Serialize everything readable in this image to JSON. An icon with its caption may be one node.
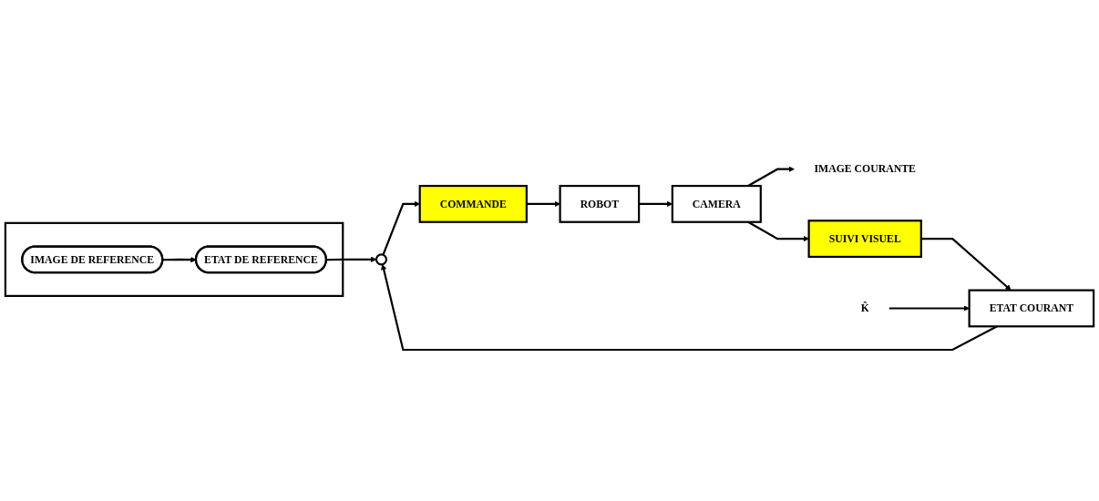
{
  "diagram": {
    "nodes": [
      {
        "text": [],
        "shape": "box"
      },
      {
        "text": [
          "ETAT DE REFERENCE"
        ],
        "in": 0
      },
      {
        "text": [
          "IMAGE DE REFERENCE"
        ],
        "in": 0
      },
      {
        "text": [],
        "shape": "circle"
      },
      {
        "text": [
          "COMMANDE"
        ]
      },
      {
        "text": [
          "ROBOT"
        ]
      },
      {
        "text": [
          "CAMERA"
        ]
      },
      {
        "text": [
          "IMAGE COURANTE"
        ]
      },
      {
        "text": [
          "ETAT COURANT"
        ]
      },
      {
        "text": [
          "K̂"
        ]
      },
      {
        "text": [
          "SUIVI VISUEL"
        ]
      }
    ],
    "edges": [
      {
        "from": 2,
        "to": 1,
        "arrow": "to"
      },
      {
        "from": 1,
        "to": 3,
        "arrow": "to"
      },
      {
        "from": 8,
        "to": 3,
        "arrow": "to"
      },
      {
        "from": 3,
        "to": 4,
        "arrow": "to"
      },
      {
        "from": 4,
        "to": 5,
        "arrow": "to"
      },
      {
        "from": 5,
        "to": 6,
        "arrow": "to"
      },
      {
        "from": 6,
        "to": 7,
        "arrow": "to"
      },
      {
        "from": 6,
        "to": 10,
        "arrow": "to"
      },
      {
        "from": 10,
        "to": 8,
        "arrow": "to"
      },
      {
        "from": 9,
        "to": 8,
        "arrow": "to"
      }
    ]
  }
}
